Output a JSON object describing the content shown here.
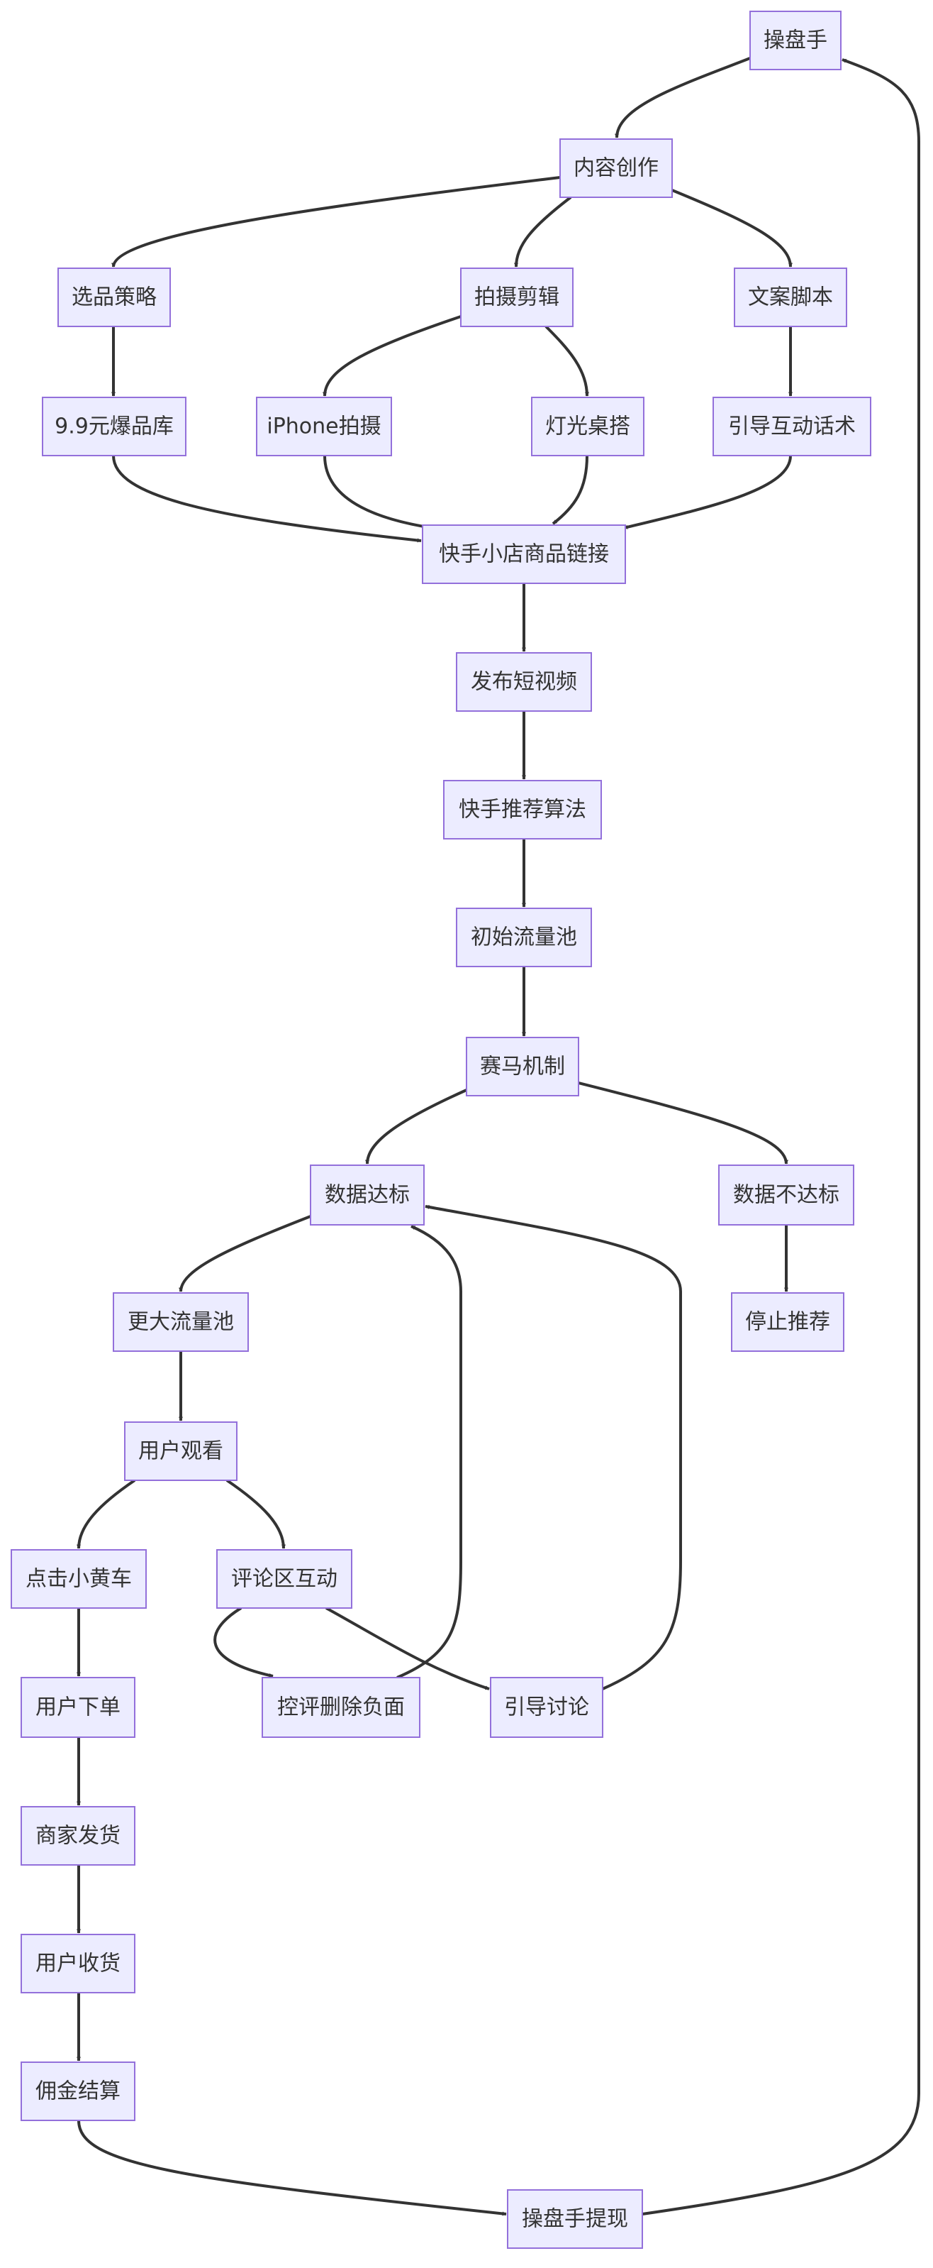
{
  "nodes": [
    {
      "id": "n1",
      "label": "操盘手"
    },
    {
      "id": "n2",
      "label": "内容创作"
    },
    {
      "id": "n3",
      "label": "选品策略"
    },
    {
      "id": "n4",
      "label": "拍摄剪辑"
    },
    {
      "id": "n5",
      "label": "文案脚本"
    },
    {
      "id": "n6",
      "label": "9.9元爆品库"
    },
    {
      "id": "n7",
      "label": "iPhone拍摄"
    },
    {
      "id": "n8",
      "label": "灯光桌搭"
    },
    {
      "id": "n9",
      "label": "引导互动话术"
    },
    {
      "id": "n10",
      "label": "快手小店商品链接"
    },
    {
      "id": "n11",
      "label": "发布短视频"
    },
    {
      "id": "n12",
      "label": "快手推荐算法"
    },
    {
      "id": "n13",
      "label": "初始流量池"
    },
    {
      "id": "n14",
      "label": "赛马机制"
    },
    {
      "id": "n15",
      "label": "数据达标"
    },
    {
      "id": "n16",
      "label": "数据不达标"
    },
    {
      "id": "n17",
      "label": "更大流量池"
    },
    {
      "id": "n18",
      "label": "停止推荐"
    },
    {
      "id": "n19",
      "label": "用户观看"
    },
    {
      "id": "n20",
      "label": "点击小黄车"
    },
    {
      "id": "n21",
      "label": "评论区互动"
    },
    {
      "id": "n22",
      "label": "用户下单"
    },
    {
      "id": "n23",
      "label": "控评删除负面"
    },
    {
      "id": "n24",
      "label": "引导讨论"
    },
    {
      "id": "n25",
      "label": "商家发货"
    },
    {
      "id": "n26",
      "label": "用户收货"
    },
    {
      "id": "n27",
      "label": "佣金结算"
    },
    {
      "id": "n28",
      "label": "操盘手提现"
    }
  ],
  "edges": [
    {
      "from": "n1",
      "to": "n2"
    },
    {
      "from": "n2",
      "to": "n3"
    },
    {
      "from": "n2",
      "to": "n4"
    },
    {
      "from": "n2",
      "to": "n5"
    },
    {
      "from": "n3",
      "to": "n6"
    },
    {
      "from": "n4",
      "to": "n7"
    },
    {
      "from": "n4",
      "to": "n8"
    },
    {
      "from": "n5",
      "to": "n9"
    },
    {
      "from": "n6",
      "to": "n10"
    },
    {
      "from": "n7",
      "to": "n10"
    },
    {
      "from": "n8",
      "to": "n10"
    },
    {
      "from": "n9",
      "to": "n10"
    },
    {
      "from": "n10",
      "to": "n11"
    },
    {
      "from": "n11",
      "to": "n12"
    },
    {
      "from": "n12",
      "to": "n13"
    },
    {
      "from": "n13",
      "to": "n14"
    },
    {
      "from": "n14",
      "to": "n15"
    },
    {
      "from": "n14",
      "to": "n16"
    },
    {
      "from": "n15",
      "to": "n17"
    },
    {
      "from": "n16",
      "to": "n18"
    },
    {
      "from": "n17",
      "to": "n19"
    },
    {
      "from": "n19",
      "to": "n20"
    },
    {
      "from": "n19",
      "to": "n21"
    },
    {
      "from": "n20",
      "to": "n22"
    },
    {
      "from": "n21",
      "to": "n23"
    },
    {
      "from": "n21",
      "to": "n24"
    },
    {
      "from": "n23",
      "to": "n15"
    },
    {
      "from": "n24",
      "to": "n15"
    },
    {
      "from": "n22",
      "to": "n25"
    },
    {
      "from": "n25",
      "to": "n26"
    },
    {
      "from": "n26",
      "to": "n27"
    },
    {
      "from": "n27",
      "to": "n28"
    },
    {
      "from": "n28",
      "to": "n1"
    }
  ],
  "colors": {
    "node_fill": "#ECECFF",
    "node_stroke": "#9370DB",
    "edge": "#333333",
    "text": "#333333",
    "background": "#FFFFFF"
  }
}
